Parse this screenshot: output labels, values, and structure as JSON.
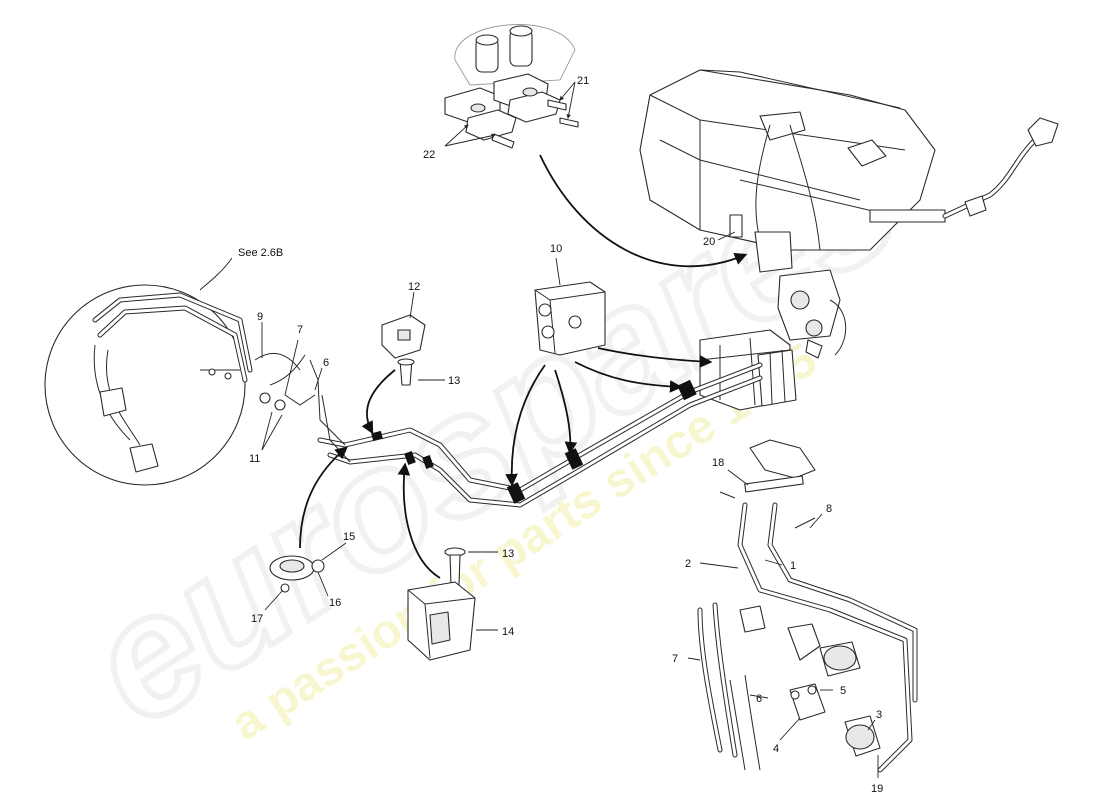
{
  "diagram": {
    "see_reference": "See 2.6B",
    "callouts": [
      "21",
      "22",
      "20",
      "10",
      "12",
      "13",
      "9",
      "7",
      "6",
      "11",
      "15",
      "16",
      "17",
      "13",
      "14",
      "18",
      "8",
      "2",
      "1",
      "7",
      "5",
      "6",
      "4",
      "3",
      "19"
    ]
  },
  "watermark": {
    "brand": "eurospares",
    "tagline": "a passion for parts since 1985",
    "color": "#f3f0a8"
  }
}
